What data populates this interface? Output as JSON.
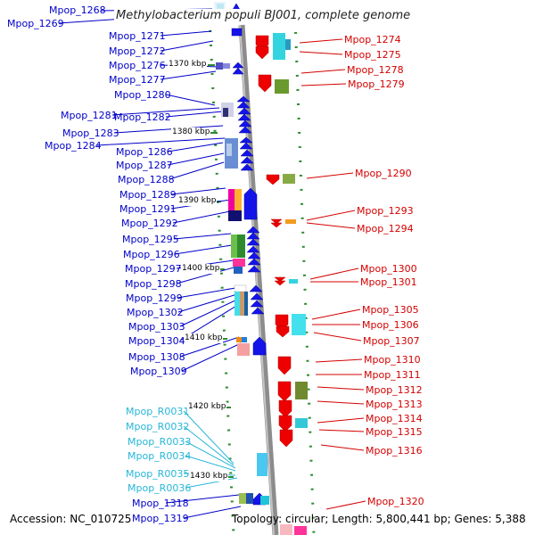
{
  "map": {
    "title": "Methylobacterium populi BJ001, complete genome",
    "accession": "Accession: NC_010725",
    "summary": "Topology: circular; Length: 5,800,441 bp; Genes: 5,388"
  },
  "colors": {
    "blue_label": "#0000c8",
    "red_label": "#d40000",
    "cyan_label": "#27b6d8",
    "backbone": "#9a9a9a",
    "tick": "#2e8b2e"
  },
  "kbp_ticks": [
    "1370 kbp",
    "1380 kbp",
    "1390 kbp",
    "1400 kbp",
    "1410 kbp",
    "1420 kbp",
    "1430 kbp"
  ],
  "left_labels": [
    {
      "text": "Mpop_1268",
      "color": "blue"
    },
    {
      "text": "Mpop_1269",
      "color": "blue"
    },
    {
      "text": "Mpop_1271",
      "color": "blue"
    },
    {
      "text": "Mpop_1272",
      "color": "blue"
    },
    {
      "text": "Mpop_1276",
      "color": "blue"
    },
    {
      "text": "Mpop_1277",
      "color": "blue"
    },
    {
      "text": "Mpop_1280",
      "color": "blue"
    },
    {
      "text": "Mpop_1281",
      "color": "blue"
    },
    {
      "text": "Mpop_1282",
      "color": "blue"
    },
    {
      "text": "Mpop_1283",
      "color": "blue"
    },
    {
      "text": "Mpop_1284",
      "color": "blue"
    },
    {
      "text": "Mpop_1286",
      "color": "blue"
    },
    {
      "text": "Mpop_1287",
      "color": "blue"
    },
    {
      "text": "Mpop_1288",
      "color": "blue"
    },
    {
      "text": "Mpop_1289",
      "color": "blue"
    },
    {
      "text": "Mpop_1291",
      "color": "blue"
    },
    {
      "text": "Mpop_1292",
      "color": "blue"
    },
    {
      "text": "Mpop_1295",
      "color": "blue"
    },
    {
      "text": "Mpop_1296",
      "color": "blue"
    },
    {
      "text": "Mpop_1297",
      "color": "blue"
    },
    {
      "text": "Mpop_1298",
      "color": "blue"
    },
    {
      "text": "Mpop_1299",
      "color": "blue"
    },
    {
      "text": "Mpop_1302",
      "color": "blue"
    },
    {
      "text": "Mpop_1303",
      "color": "blue"
    },
    {
      "text": "Mpop_1304",
      "color": "blue"
    },
    {
      "text": "Mpop_1308",
      "color": "blue"
    },
    {
      "text": "Mpop_1309",
      "color": "blue"
    },
    {
      "text": "Mpop_R0031",
      "color": "cyan"
    },
    {
      "text": "Mpop_R0032",
      "color": "cyan"
    },
    {
      "text": "Mpop_R0033",
      "color": "cyan"
    },
    {
      "text": "Mpop_R0034",
      "color": "cyan"
    },
    {
      "text": "Mpop_R0035",
      "color": "cyan"
    },
    {
      "text": "Mpop_R0036",
      "color": "cyan"
    },
    {
      "text": "Mpop_1318",
      "color": "blue"
    },
    {
      "text": "Mpop_1319",
      "color": "blue"
    }
  ],
  "right_labels": [
    {
      "text": "Mpop_1274",
      "color": "red"
    },
    {
      "text": "Mpop_1275",
      "color": "red"
    },
    {
      "text": "Mpop_1278",
      "color": "red"
    },
    {
      "text": "Mpop_1279",
      "color": "red"
    },
    {
      "text": "Mpop_1290",
      "color": "red"
    },
    {
      "text": "Mpop_1293",
      "color": "red"
    },
    {
      "text": "Mpop_1294",
      "color": "red"
    },
    {
      "text": "Mpop_1300",
      "color": "red"
    },
    {
      "text": "Mpop_1301",
      "color": "red"
    },
    {
      "text": "Mpop_1305",
      "color": "red"
    },
    {
      "text": "Mpop_1306",
      "color": "red"
    },
    {
      "text": "Mpop_1307",
      "color": "red"
    },
    {
      "text": "Mpop_1310",
      "color": "red"
    },
    {
      "text": "Mpop_1311",
      "color": "red"
    },
    {
      "text": "Mpop_1312",
      "color": "red"
    },
    {
      "text": "Mpop_1313",
      "color": "red"
    },
    {
      "text": "Mpop_1314",
      "color": "red"
    },
    {
      "text": "Mpop_1315",
      "color": "red"
    },
    {
      "text": "Mpop_1316",
      "color": "red"
    },
    {
      "text": "Mpop_1320",
      "color": "red"
    }
  ]
}
